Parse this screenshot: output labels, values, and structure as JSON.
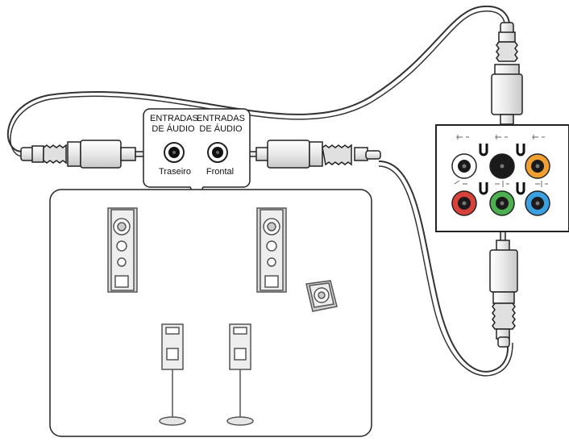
{
  "callout": {
    "rear_header_line1": "ENTRADAS",
    "rear_header_line2": "DE ÁUDIO",
    "front_header_line1": "ENTRADAS",
    "front_header_line2": "DE ÁUDIO",
    "rear_caption": "Traseiro",
    "front_caption": "Frontal"
  },
  "panel": {
    "jacks_top": [
      "white",
      "black",
      "orange"
    ],
    "jacks_bottom": [
      "red",
      "green",
      "blue"
    ]
  },
  "colors": {
    "jack_white": "#ffffff",
    "jack_black": "#1a1a1a",
    "jack_orange": "#f0a030",
    "jack_red": "#d8423a",
    "jack_green": "#4caf50",
    "jack_blue": "#3aa0e0",
    "outline": "#222222",
    "cable": "#333333"
  },
  "icons": [
    "audio-plug-icon",
    "speaker-icon",
    "subwoofer-icon",
    "satellite-speaker-icon"
  ]
}
